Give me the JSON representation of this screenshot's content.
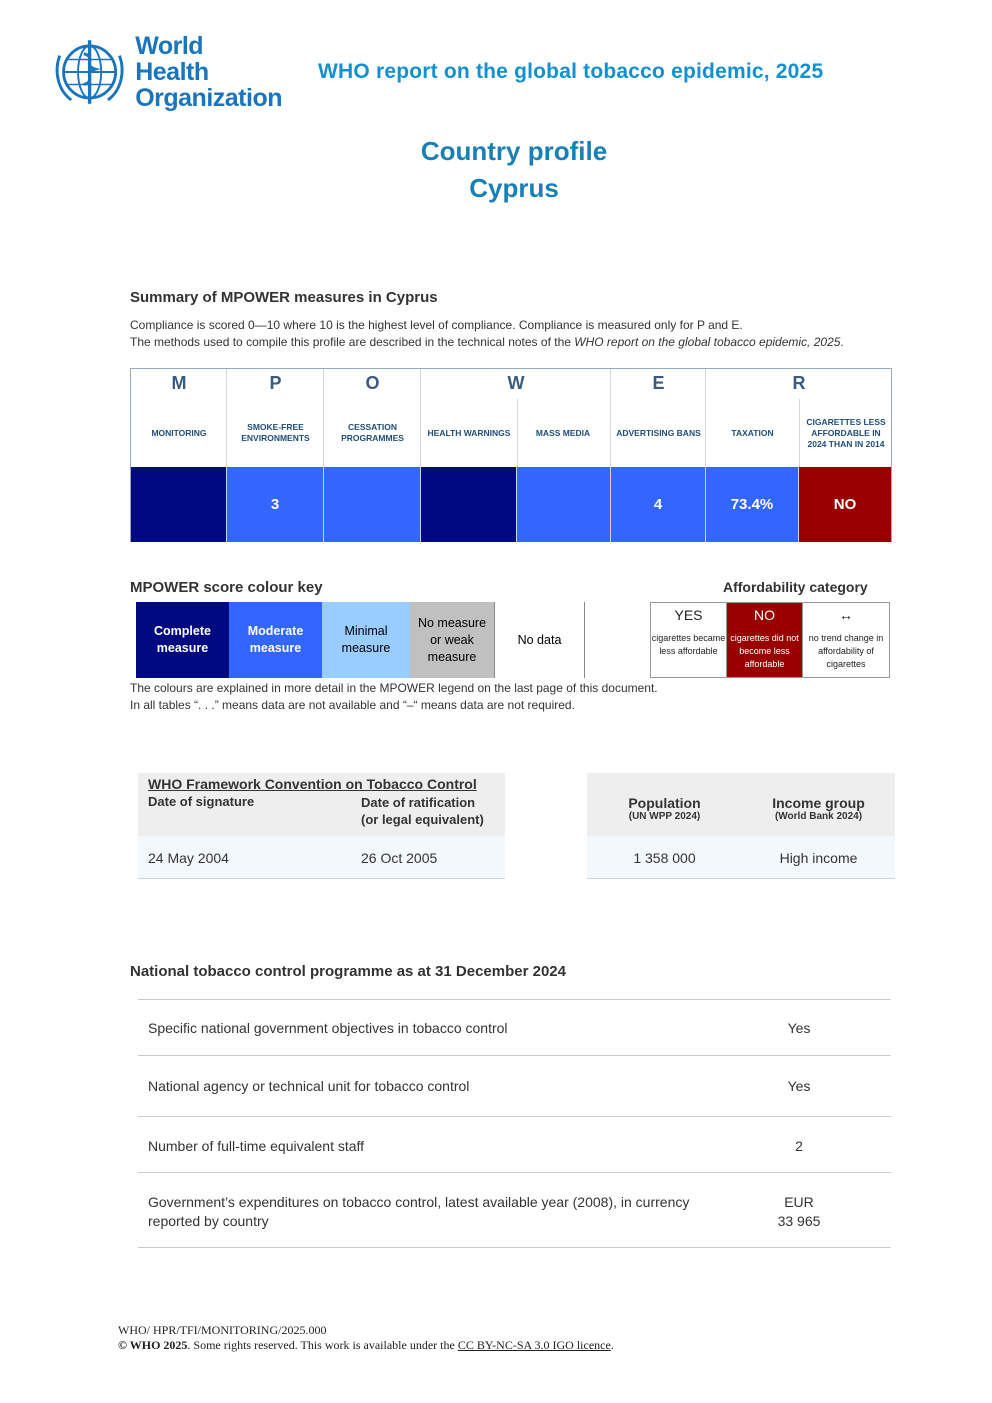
{
  "header": {
    "org_name_line1": "World Health",
    "org_name_line2": "Organization",
    "report_title": "WHO report on the global tobacco epidemic, 2025",
    "profile_line1": "Country profile",
    "profile_line2": "Cyprus"
  },
  "summary": {
    "title": "Summary of MPOWER measures in Cyprus",
    "note1": "Compliance is scored 0—10 where 10 is the highest level of compliance. Compliance is measured only for P and E.",
    "note2_prefix": "The methods used to compile this profile are described in the technical notes of the ",
    "note2_italic": "WHO report on the global tobacco epidemic, 2025",
    "note2_suffix": "."
  },
  "mpower": {
    "letters": [
      "M",
      "P",
      "O",
      "W",
      "E",
      "R"
    ],
    "labels": [
      "MONITORING",
      "SMOKE-FREE ENVIRONMENTS",
      "CESSATION PROGRAMMES",
      "HEALTH WARNINGS",
      "MASS MEDIA",
      "ADVERTISING BANS",
      "TAXATION",
      "CIGARETTES LESS AFFORDABLE IN 2024 THAN IN 2014"
    ],
    "values": [
      "",
      "3",
      "",
      "",
      "",
      "4",
      "73.4%",
      "NO"
    ],
    "cell_colors": [
      "#000a80",
      "#3366ff",
      "#3366ff",
      "#000a80",
      "#3366ff",
      "#3366ff",
      "#3366ff",
      "#990000"
    ]
  },
  "colour_key": {
    "title": "MPOWER score colour key",
    "items": [
      {
        "label": "Complete measure",
        "color": "#000a80",
        "text_color": "#ffffff"
      },
      {
        "label": "Moderate measure",
        "color": "#3366ff",
        "text_color": "#ffffff"
      },
      {
        "label": "Minimal measure",
        "color": "#99ccff",
        "text_color": "#000000"
      },
      {
        "label": "No measure or weak measure",
        "color": "#c0c0c0",
        "text_color": "#000000"
      },
      {
        "label": "No data",
        "color": "#ffffff",
        "text_color": "#000000"
      }
    ],
    "note1": "The colours are explained in more detail in the MPOWER legend on the last page of this document.",
    "note2": "In all tables “. . .” means data are not available and “–“ means data are not required."
  },
  "affordability": {
    "title": "Affordability category",
    "items": [
      {
        "head": "YES",
        "sub": "cigarettes became less affordable",
        "color": "#ffffff",
        "text_color": "#222222"
      },
      {
        "head": "NO",
        "sub": "cigarettes did not become less affordable",
        "color": "#990000",
        "text_color": "#ffffff"
      },
      {
        "head": "↔",
        "sub": "no trend change in affordability of cigarettes",
        "color": "#ffffff",
        "text_color": "#222222"
      }
    ]
  },
  "fctc": {
    "title": "WHO Framework Convention on Tobacco Control",
    "col1_header": "Date of signature",
    "col2_header_line1": "Date of ratification",
    "col2_header_line2": "(or legal equivalent)",
    "signature_date": "24 May 2004",
    "ratification_date": "26 Oct 2005"
  },
  "population": {
    "pop_header": "Population",
    "pop_source": "(UN WPP 2024)",
    "income_header": "Income group",
    "income_source": "(World Bank 2024)",
    "pop_value": "1 358 000",
    "income_value": "High income"
  },
  "programme": {
    "title": "National tobacco control programme as at 31 December 2024",
    "rows": [
      {
        "label": "Specific national government objectives in tobacco control",
        "value": "Yes"
      },
      {
        "label": "National agency or technical unit for tobacco control",
        "value": "Yes"
      },
      {
        "label": "Number of full-time equivalent staff",
        "value": "2"
      },
      {
        "label_line1": "Government’s expenditures on tobacco control, latest available year (2008), in currency",
        "label_line2": "reported by country",
        "value_line1": "EUR",
        "value_line2": "33 965"
      }
    ]
  },
  "footer": {
    "doc_code": "WHO/ HPR/TFI/MONITORING/2025.000",
    "copyright_bold": "© WHO 2025",
    "copyright_text": ". Some rights reserved. This work is available under the ",
    "licence_link": "CC BY-NC-SA 3.0 IGO licence",
    "end": "."
  }
}
